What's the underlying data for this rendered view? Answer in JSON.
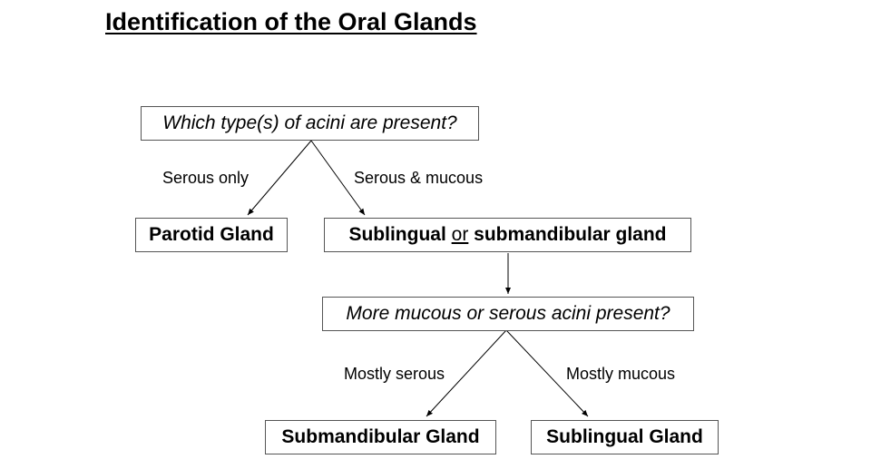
{
  "title": "Identification of the Oral Glands",
  "nodes": {
    "q1": "Which type(s) of acini are present?",
    "parotid": "Parotid Gland",
    "sub_either": {
      "part1": "Sublingual ",
      "connector": "or",
      "part2": " submandibular gland"
    },
    "q2": "More mucous or serous acini present?",
    "submandibular": "Submandibular Gland",
    "sublingual": "Sublingual Gland"
  },
  "edges": {
    "serous_only": "Serous only",
    "serous_mucous": "Serous & mucous",
    "mostly_serous": "Mostly serous",
    "mostly_mucous": "Mostly mucous"
  }
}
